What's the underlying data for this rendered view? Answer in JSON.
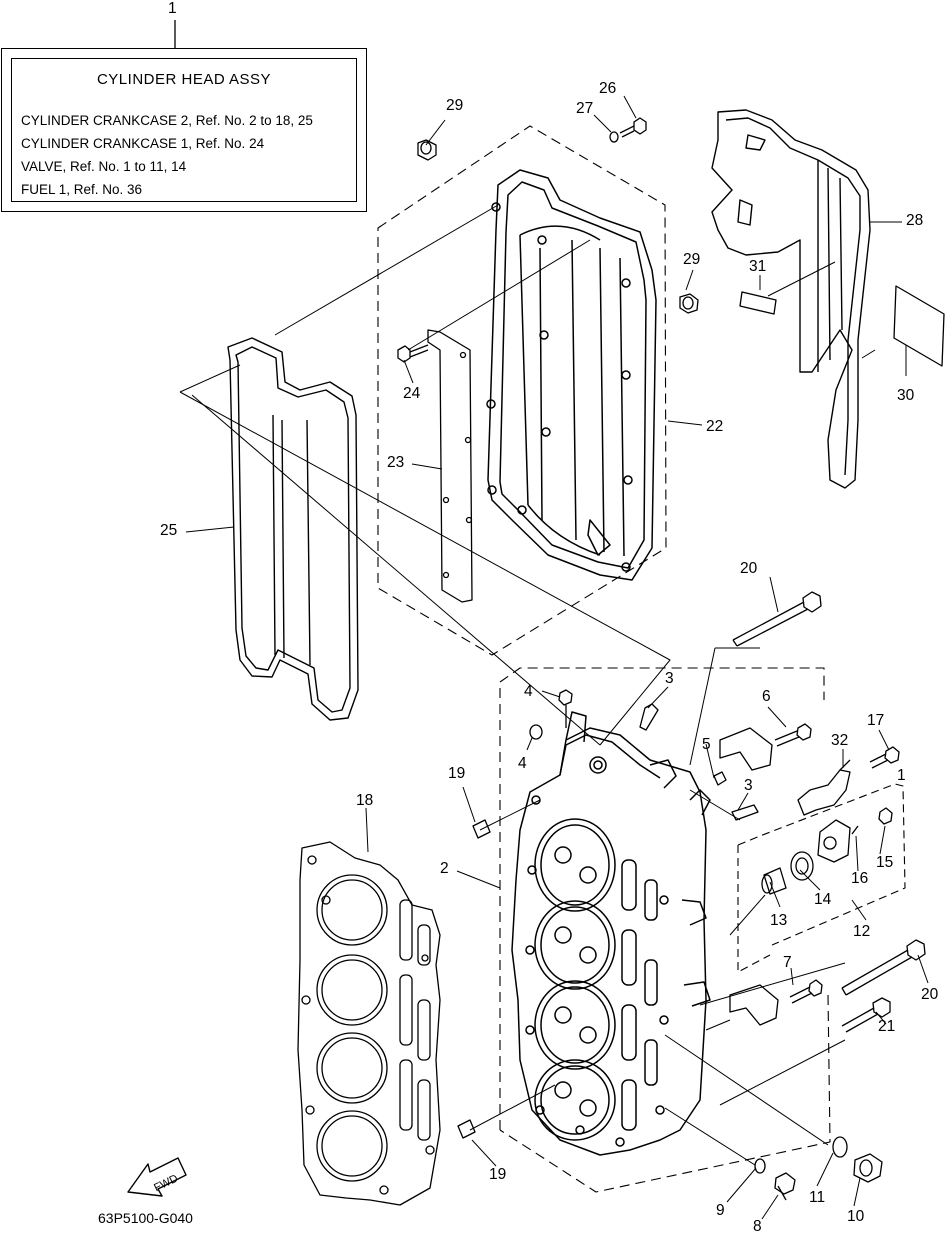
{
  "legend": {
    "ref": "1",
    "title": "CYLINDER HEAD ASSY",
    "lines": [
      "CYLINDER CRANKCASE 2, Ref. No. 2 to 18, 25",
      "CYLINDER CRANKCASE 1,      Ref. No. 24",
      "VALVE,  Ref. No. 1 to 11, 14",
      "FUEL 1,  Ref. No. 36"
    ]
  },
  "callouts": [
    "29",
    "27",
    "26",
    "28",
    "31",
    "29",
    "30",
    "24",
    "22",
    "23",
    "25",
    "20",
    "3",
    "4",
    "6",
    "4",
    "5",
    "32",
    "17",
    "3",
    "1",
    "19",
    "18",
    "2",
    "15",
    "16",
    "14",
    "13",
    "12",
    "7",
    "20",
    "21",
    "19",
    "9",
    "11",
    "10",
    "8"
  ],
  "fwd_label": "FWD",
  "diagram_code": "63P5100-G040"
}
